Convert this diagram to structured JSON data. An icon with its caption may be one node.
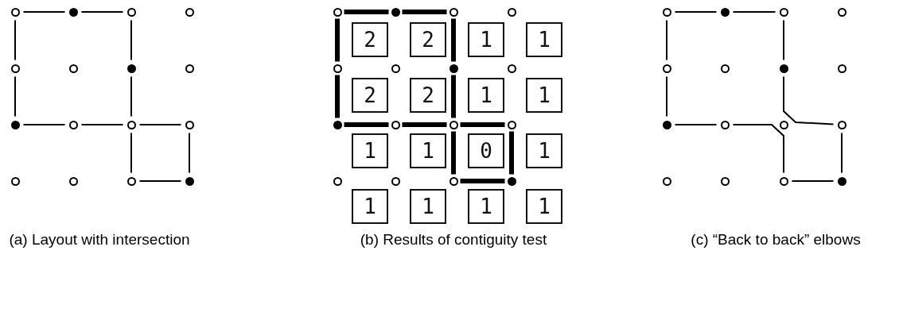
{
  "diagram": {
    "nodes": [
      {
        "text": [],
        "shape": "circle"
      },
      {
        "text": [],
        "shape": "circle"
      },
      {
        "text": [],
        "shape": "circle"
      },
      {
        "text": [],
        "shape": "circle"
      },
      {
        "text": [],
        "shape": "circle"
      },
      {
        "text": [],
        "shape": "circle"
      },
      {
        "text": [],
        "shape": "circle"
      },
      {
        "text": [],
        "shape": "circle"
      },
      {
        "text": [],
        "shape": "circle"
      },
      {
        "text": [],
        "shape": "circle"
      },
      {
        "text": [],
        "shape": "circle"
      },
      {
        "text": [],
        "shape": "circle"
      },
      {
        "text": [],
        "shape": "circle"
      },
      {
        "text": [],
        "shape": "circle"
      },
      {
        "text": [],
        "shape": "circle"
      },
      {
        "text": [],
        "shape": "circle"
      },
      {
        "text": [],
        "shape": "circle"
      },
      {
        "text": [],
        "shape": "circle"
      },
      {
        "text": [],
        "shape": "circle"
      },
      {
        "text": [],
        "shape": "circle"
      },
      {
        "text": [],
        "shape": "circle"
      },
      {
        "text": [],
        "shape": "circle"
      },
      {
        "text": [],
        "shape": "circle"
      },
      {
        "text": [],
        "shape": "circle"
      },
      {
        "text": [],
        "shape": "circle"
      },
      {
        "text": [],
        "shape": "circle"
      },
      {
        "text": [],
        "shape": "circle"
      },
      {
        "text": [],
        "shape": "circle"
      },
      {
        "text": [],
        "shape": "circle"
      },
      {
        "text": [],
        "shape": "circle"
      },
      {
        "text": [],
        "shape": "circle"
      },
      {
        "text": [],
        "shape": "circle"
      },
      {
        "text": [
          "2"
        ]
      },
      {
        "text": [
          "2"
        ]
      },
      {
        "text": [
          "1"
        ]
      },
      {
        "text": [
          "1"
        ]
      },
      {
        "text": [
          "2"
        ]
      },
      {
        "text": [
          "2"
        ]
      },
      {
        "text": [
          "1"
        ]
      },
      {
        "text": [
          "1"
        ]
      },
      {
        "text": [
          "1"
        ]
      },
      {
        "text": [
          "1"
        ]
      },
      {
        "text": [
          "0"
        ]
      },
      {
        "text": [
          "1"
        ]
      },
      {
        "text": [
          "1"
        ]
      },
      {
        "text": [
          "1"
        ]
      },
      {
        "text": [
          "1"
        ]
      },
      {
        "text": [
          "1"
        ]
      },
      {
        "text": [],
        "shape": "circle"
      },
      {
        "text": [],
        "shape": "circle"
      },
      {
        "text": [],
        "shape": "circle"
      },
      {
        "text": [],
        "shape": "circle"
      },
      {
        "text": [],
        "shape": "circle"
      },
      {
        "text": [],
        "shape": "circle"
      },
      {
        "text": [],
        "shape": "circle"
      },
      {
        "text": [],
        "shape": "circle"
      },
      {
        "text": [],
        "shape": "circle"
      },
      {
        "text": [],
        "shape": "circle"
      },
      {
        "text": [],
        "shape": "circle"
      },
      {
        "text": [],
        "shape": "circle"
      },
      {
        "text": [],
        "shape": "circle"
      },
      {
        "text": [],
        "shape": "circle"
      },
      {
        "text": [],
        "shape": "circle"
      },
      {
        "text": [],
        "shape": "circle"
      }
    ],
    "edges": [
      {
        "from": 0,
        "to": 1,
        "arrow": "none"
      },
      {
        "from": 1,
        "to": 2,
        "arrow": "none"
      },
      {
        "from": 0,
        "to": 4,
        "arrow": "none"
      },
      {
        "from": 2,
        "to": 6,
        "arrow": "none"
      },
      {
        "from": 4,
        "to": 8,
        "arrow": "none"
      },
      {
        "from": 6,
        "to": 10,
        "arrow": "none"
      },
      {
        "from": 8,
        "to": 9,
        "arrow": "none"
      },
      {
        "from": 9,
        "to": 10,
        "arrow": "none"
      },
      {
        "from": 10,
        "to": 11,
        "arrow": "none"
      },
      {
        "from": 10,
        "to": 14,
        "arrow": "none"
      },
      {
        "from": 11,
        "to": 15,
        "arrow": "none"
      },
      {
        "from": 14,
        "to": 15,
        "arrow": "none"
      },
      {
        "from": 16,
        "to": 17,
        "arrow": "none",
        "style": "thick"
      },
      {
        "from": 17,
        "to": 18,
        "arrow": "none",
        "style": "thick"
      },
      {
        "from": 16,
        "to": 20,
        "arrow": "none",
        "style": "thick"
      },
      {
        "from": 18,
        "to": 22,
        "arrow": "none",
        "style": "thick"
      },
      {
        "from": 20,
        "to": 24,
        "arrow": "none",
        "style": "thick"
      },
      {
        "from": 22,
        "to": 26,
        "arrow": "none",
        "style": "thick"
      },
      {
        "from": 24,
        "to": 25,
        "arrow": "none",
        "style": "thick"
      },
      {
        "from": 25,
        "to": 26,
        "arrow": "none",
        "style": "thick"
      },
      {
        "from": 26,
        "to": 27,
        "arrow": "none",
        "style": "thick"
      },
      {
        "from": 26,
        "to": 30,
        "arrow": "none",
        "style": "thick"
      },
      {
        "from": 27,
        "to": 31,
        "arrow": "none",
        "style": "thick"
      },
      {
        "from": 30,
        "to": 31,
        "arrow": "none",
        "style": "thick"
      },
      {
        "from": 48,
        "to": 49,
        "arrow": "none"
      },
      {
        "from": 49,
        "to": 50,
        "arrow": "none"
      },
      {
        "from": 48,
        "to": 52,
        "arrow": "none"
      },
      {
        "from": 50,
        "to": 54,
        "arrow": "none"
      },
      {
        "from": 52,
        "to": 56,
        "arrow": "none"
      },
      {
        "from": 56,
        "to": 57,
        "arrow": "none"
      },
      {
        "from": 54,
        "to": 59,
        "arrow": "none"
      },
      {
        "from": 57,
        "to": 62,
        "arrow": "none"
      },
      {
        "from": 59,
        "to": 63,
        "arrow": "none"
      },
      {
        "from": 62,
        "to": 63,
        "arrow": "none"
      }
    ],
    "labels": [
      "(a) Layout with intersection",
      "(b) Results of contiguity test",
      "(c) “Back to back” elbows"
    ]
  }
}
